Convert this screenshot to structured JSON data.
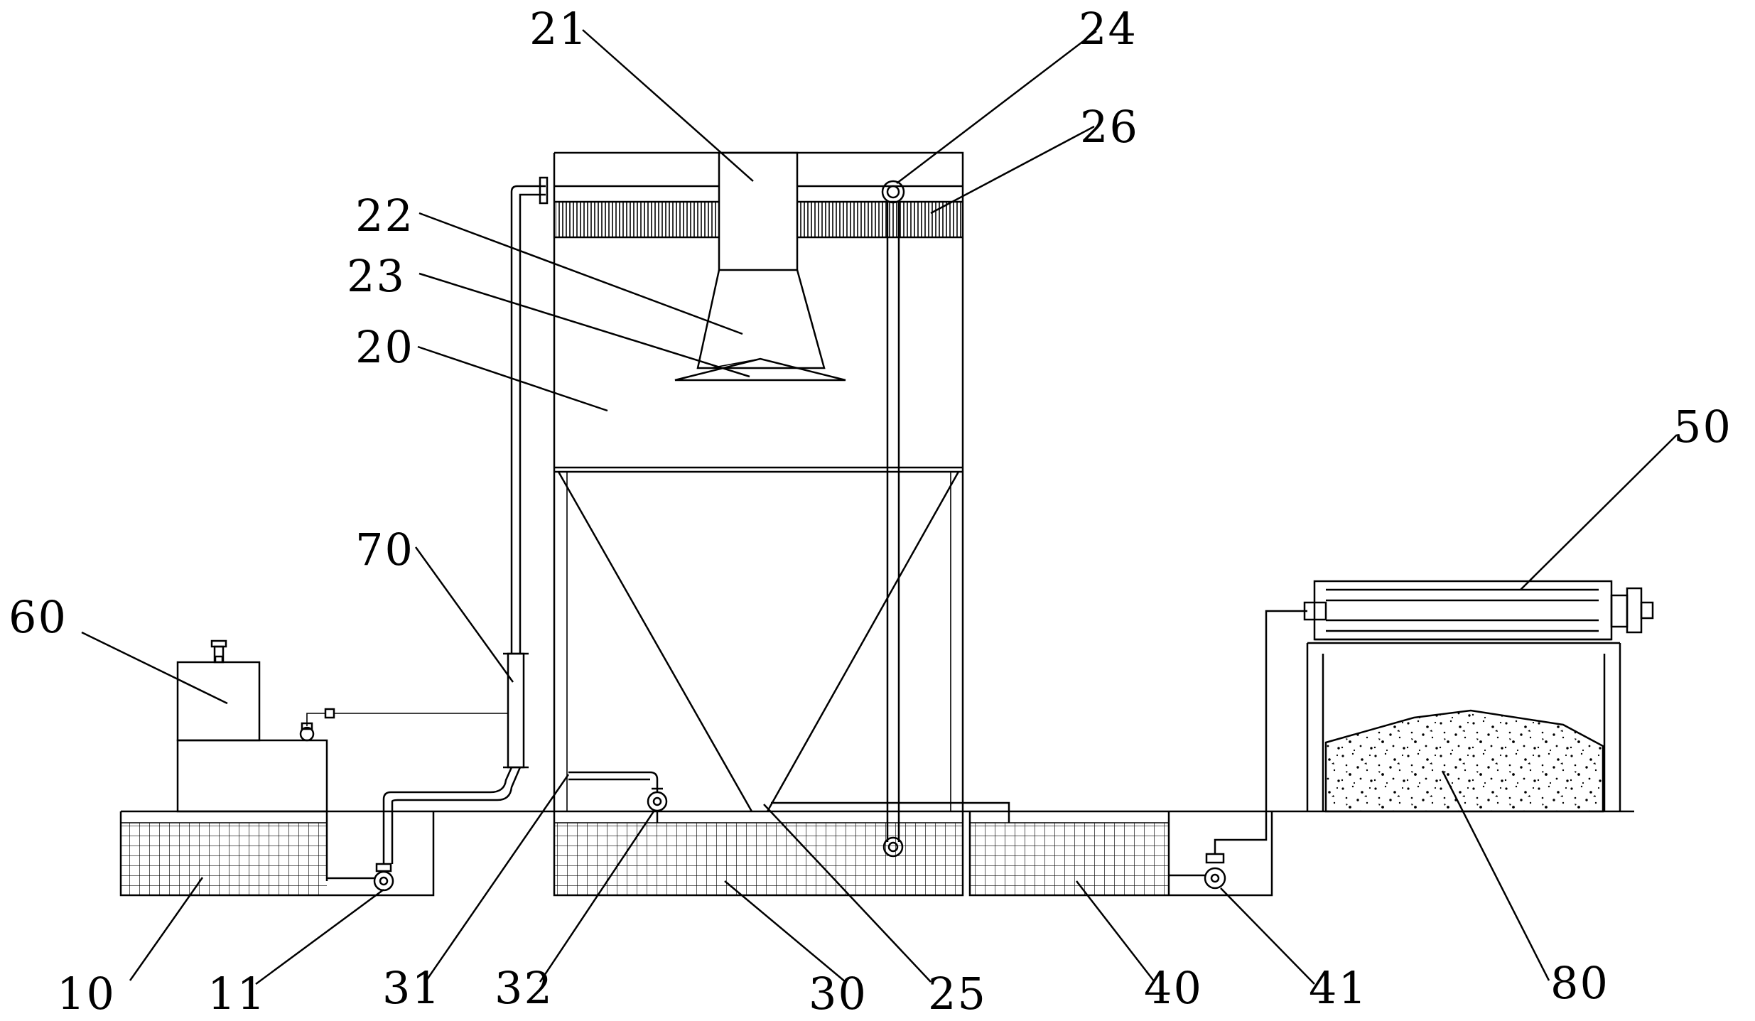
{
  "labels": {
    "l10": "10",
    "l11": "11",
    "l20": "20",
    "l21": "21",
    "l22": "22",
    "l23": "23",
    "l24": "24",
    "l25": "25",
    "l26": "26",
    "l30": "30",
    "l31": "31",
    "l32": "32",
    "l40": "40",
    "l41": "41",
    "l50": "50",
    "l60": "60",
    "l70": "70",
    "l80": "80"
  }
}
